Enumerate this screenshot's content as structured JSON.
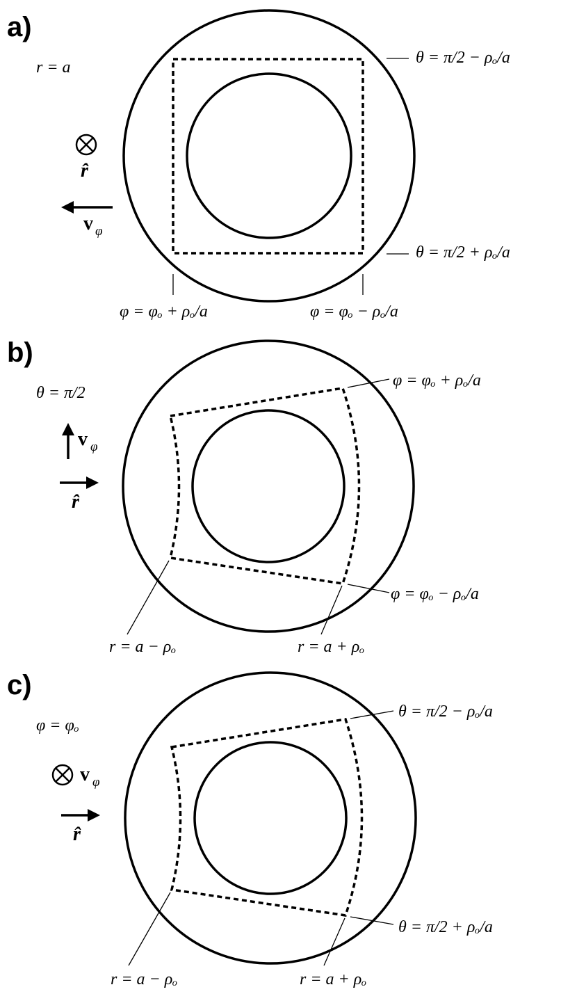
{
  "panels": [
    {
      "id": "a",
      "label": "a)",
      "plane_label": "r = a",
      "symbols": {
        "rhat": "r̂",
        "v": "v",
        "v_sub": "φ",
        "cross": "⊗"
      },
      "top_right_label": "θ = π/2 − ρₒ/a",
      "bottom_right_label": "θ = π/2 + ρₒ/a",
      "bottom_left_label": "φ = φₒ + ρₒ/a",
      "bottom_right_phi_label": "φ = φₒ − ρₒ/a"
    },
    {
      "id": "b",
      "label": "b)",
      "plane_label": "θ = π/2",
      "symbols": {
        "rhat": "r̂",
        "v": "v",
        "v_sub": "φ"
      },
      "upper_label": "φ = φₒ + ρₒ/a",
      "lower_label": "φ = φₒ − ρₒ/a",
      "inner_radius_label": "r = a − ρₒ",
      "outer_radius_label": "r = a + ρₒ"
    },
    {
      "id": "c",
      "label": "c)",
      "plane_label": "φ = φₒ",
      "symbols": {
        "rhat": "r̂",
        "v": "v",
        "v_sub": "φ",
        "cross": "⊗"
      },
      "upper_label": "θ = π/2 − ρₒ/a",
      "lower_label": "θ = π/2 + ρₒ/a",
      "inner_radius_label": "r = a − ρₒ",
      "outer_radius_label": "r = a + ρₒ"
    }
  ]
}
